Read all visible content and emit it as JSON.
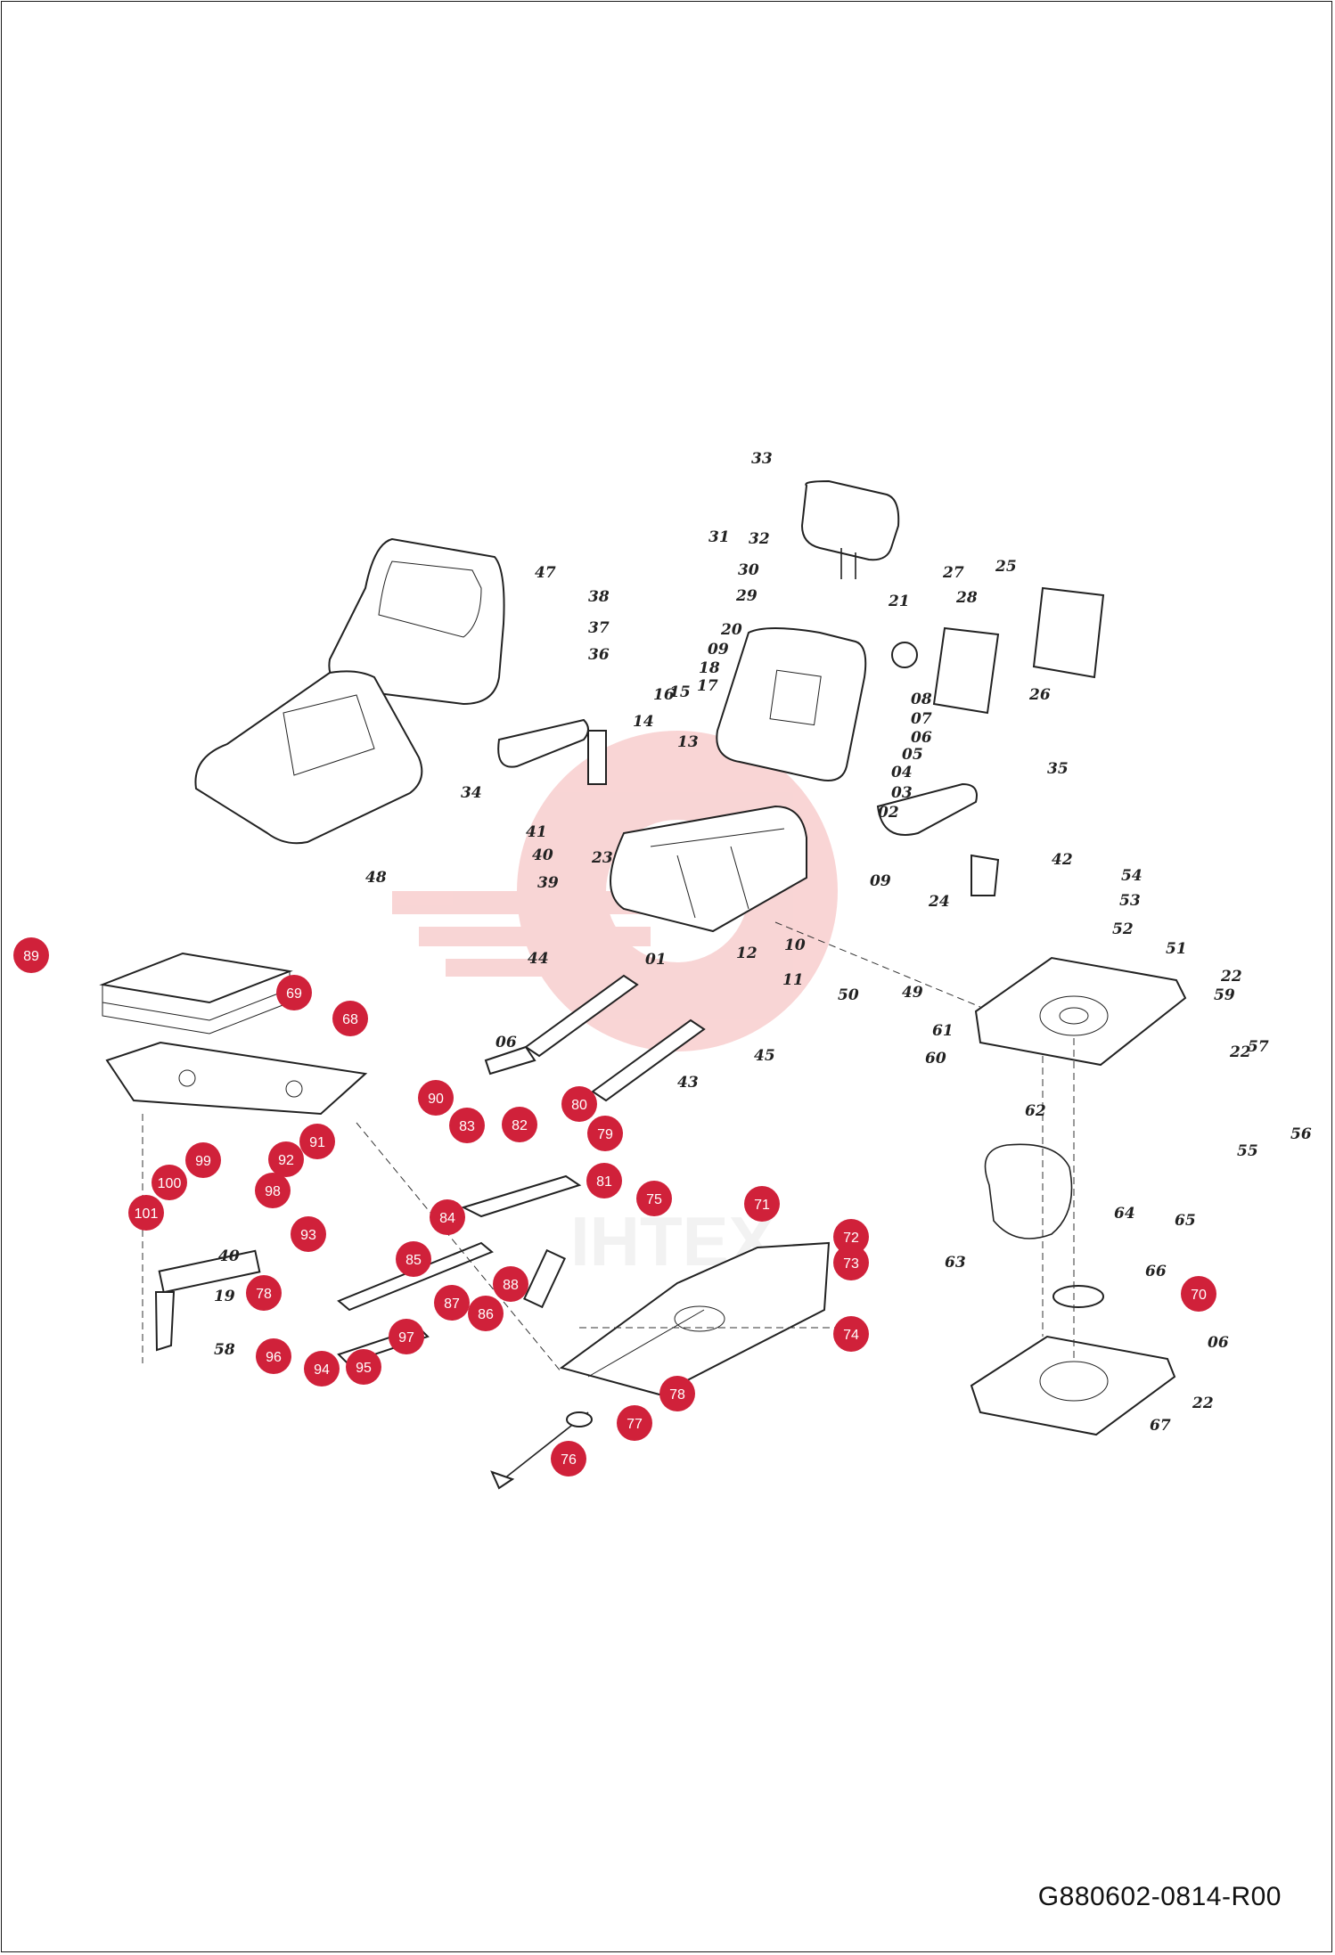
{
  "document_id": "G880602-0814-R00",
  "watermark_text": "IHTEX",
  "callout_color": "#d0213a",
  "watermark_color": "#f4b3b3",
  "part_labels": [
    "33",
    "32",
    "31",
    "30",
    "29",
    "21",
    "27",
    "28",
    "25",
    "26",
    "20",
    "09",
    "18",
    "17",
    "16",
    "15",
    "14",
    "13",
    "08",
    "07",
    "06",
    "05",
    "04",
    "03",
    "02",
    "47",
    "38",
    "37",
    "36",
    "34",
    "41",
    "40",
    "39",
    "23",
    "48",
    "35",
    "42",
    "54",
    "53",
    "52",
    "51",
    "22",
    "24",
    "09",
    "44",
    "06",
    "01",
    "12",
    "10",
    "11",
    "50",
    "49",
    "45",
    "43",
    "59",
    "22",
    "57",
    "61",
    "60",
    "62",
    "56",
    "55",
    "64",
    "65",
    "66",
    "63",
    "06",
    "22",
    "67",
    "19",
    "58",
    "40"
  ],
  "callouts": [
    "89",
    "69",
    "68",
    "90",
    "83",
    "82",
    "80",
    "79",
    "91",
    "92",
    "99",
    "100",
    "98",
    "101",
    "93",
    "84",
    "81",
    "75",
    "71",
    "72",
    "73",
    "85",
    "78",
    "88",
    "87",
    "86",
    "97",
    "74",
    "96",
    "94",
    "95",
    "78",
    "77",
    "76",
    "70"
  ]
}
